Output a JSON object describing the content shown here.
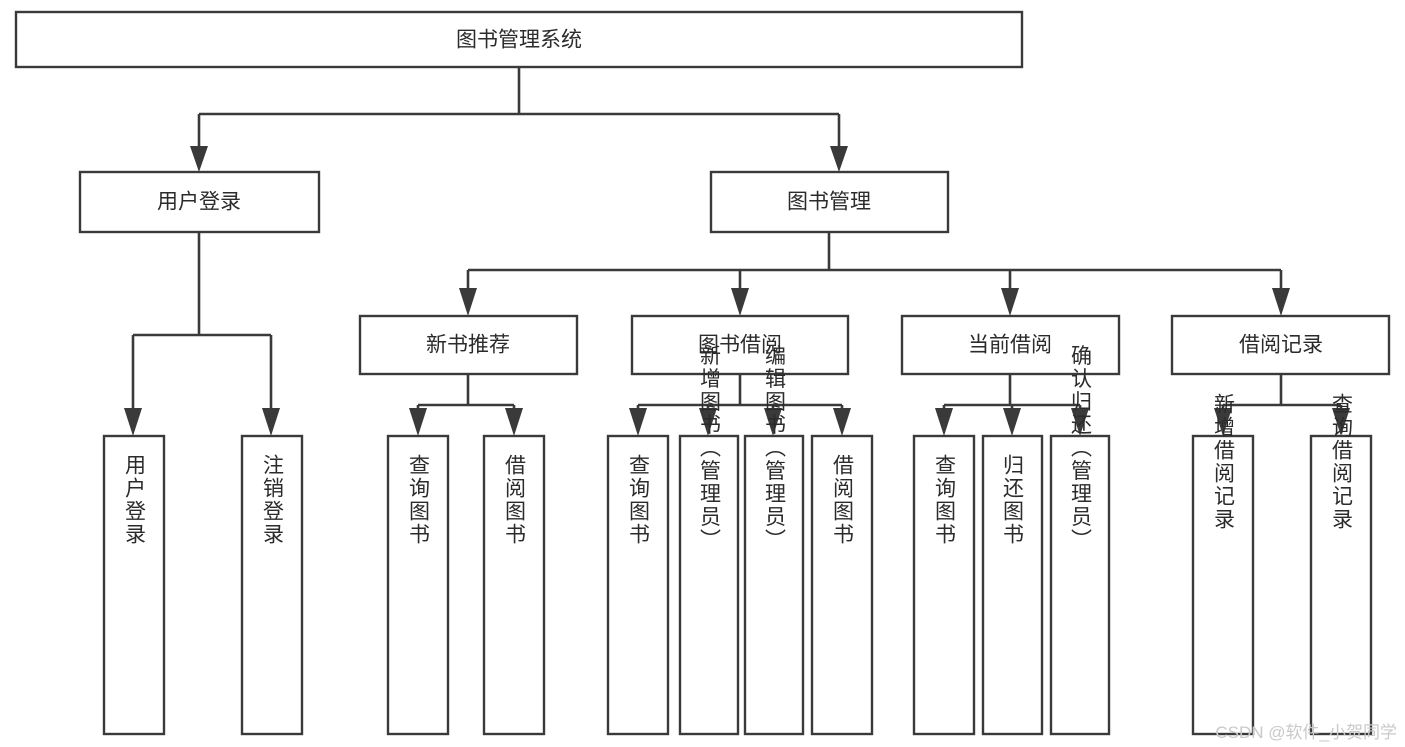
{
  "diagram": {
    "type": "tree-hierarchy",
    "title": "图书管理系统",
    "watermark": "CSDN @软件_小贺同学",
    "colors": {
      "stroke": "#3a3a3a",
      "fill": "#ffffff",
      "text": "#2b2b2b",
      "watermark": "#c9c9c9"
    },
    "levels": {
      "root": {
        "label": "图书管理系统"
      },
      "level2": [
        {
          "label": "用户登录"
        },
        {
          "label": "图书管理"
        }
      ],
      "level3": [
        {
          "label": "新书推荐"
        },
        {
          "label": "图书借阅"
        },
        {
          "label": "当前借阅"
        },
        {
          "label": "借阅记录"
        }
      ],
      "leaves": [
        {
          "label": "用户登录",
          "parent": "用户登录"
        },
        {
          "label": "注销登录",
          "parent": "用户登录"
        },
        {
          "label": "查询图书",
          "parent": "新书推荐"
        },
        {
          "label": "借阅图书",
          "parent": "新书推荐"
        },
        {
          "label": "查询图书",
          "parent": "图书借阅"
        },
        {
          "label": "新增图书（管理员）",
          "parent": "图书借阅"
        },
        {
          "label": "编辑图书（管理员）",
          "parent": "图书借阅"
        },
        {
          "label": "借阅图书",
          "parent": "图书借阅"
        },
        {
          "label": "查询图书",
          "parent": "当前借阅"
        },
        {
          "label": "归还图书",
          "parent": "当前借阅"
        },
        {
          "label": "确认归还（管理员）",
          "parent": "当前借阅"
        },
        {
          "label": "新增借阅记录",
          "parent": "借阅记录"
        },
        {
          "label": "查询借阅记录",
          "parent": "借阅记录"
        }
      ]
    }
  }
}
